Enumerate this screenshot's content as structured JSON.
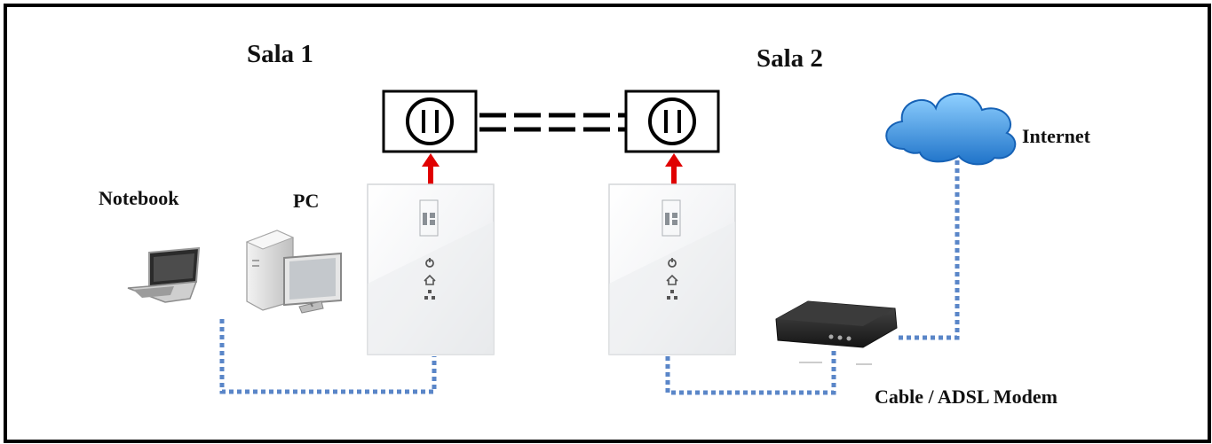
{
  "labels": {
    "room1": "Sala 1",
    "room2": "Sala 2",
    "notebook": "Notebook",
    "pc": "PC",
    "internet": "Internet",
    "modem": "Cable / ADSL Modem"
  },
  "colors": {
    "cable": "#5a86c8",
    "arrow": "#e00000",
    "cloud": "#2f86d6",
    "frame": "#000000"
  },
  "icons": [
    "power-outlet-icon",
    "powerline-adapter-icon",
    "laptop-icon",
    "desktop-pc-icon",
    "cloud-icon",
    "modem-icon",
    "arrow-up-icon"
  ]
}
